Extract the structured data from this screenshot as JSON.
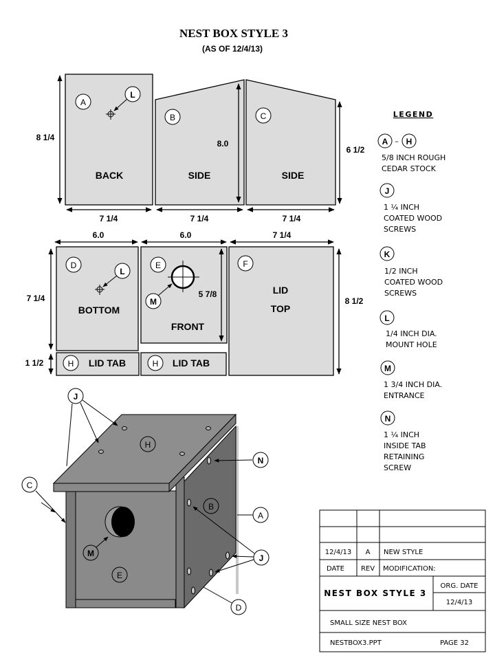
{
  "header": {
    "title": "NEST BOX STYLE 3",
    "subtitle": "(AS OF 12/4/13)"
  },
  "colors": {
    "panel_fill": "#dcdcdc",
    "outline": "#000000",
    "roof": "#8e8e8e",
    "front": "#8a8a8a",
    "side_dark": "#6b6b6b"
  },
  "panels": {
    "back": {
      "name": "BACK",
      "letter": "A",
      "hole_letter": "L",
      "height": "8 1/4",
      "width": "7 1/4"
    },
    "side_b": {
      "name": "SIDE",
      "letter": "B",
      "height": "8.0",
      "width": "7 1/4"
    },
    "side_c": {
      "name": "SIDE",
      "letter": "C",
      "height": "6 1/2",
      "width": "7 1/4"
    },
    "bottom": {
      "name": "BOTTOM",
      "letter": "D",
      "hole_letter": "L",
      "height": "7 1/4",
      "width": "6.0"
    },
    "front": {
      "name": "FRONT",
      "letter": "E",
      "hole_letter": "M",
      "height": "5 7/8",
      "width": "6.0"
    },
    "lid_top": {
      "name_line1": "LID",
      "name_line2": "TOP",
      "letter": "F",
      "height": "8 1/2",
      "width": "7 1/4"
    },
    "lid_tab_1": {
      "name": "LID TAB",
      "letter": "H",
      "height": "1 1/2"
    },
    "lid_tab_2": {
      "name": "LID TAB",
      "letter": "H"
    }
  },
  "legend": {
    "heading": "LEGEND",
    "items": [
      {
        "key": "A",
        "key_end": "H",
        "dash": "–",
        "lines": [
          "5/8 INCH ROUGH",
          "CEDAR STOCK"
        ]
      },
      {
        "key": "J",
        "lines": [
          "1 ¼ INCH",
          "COATED WOOD",
          "SCREWS"
        ]
      },
      {
        "key": "K",
        "lines": [
          "1/2 INCH",
          "COATED WOOD",
          "SCREWS"
        ]
      },
      {
        "key": "L",
        "lines": [
          "1/4 INCH DIA.",
          "MOUNT HOLE"
        ]
      },
      {
        "key": "M",
        "lines": [
          "1 3/4 INCH DIA.",
          "ENTRANCE"
        ]
      },
      {
        "key": "N",
        "lines": [
          "1 ¼ INCH",
          "INSIDE TAB",
          "RETAINING",
          "SCREW"
        ]
      }
    ]
  },
  "assembly": {
    "callouts": {
      "J_top": "J",
      "H": "H",
      "C": "C",
      "N": "N",
      "B": "B",
      "A": "A",
      "M": "M",
      "E": "E",
      "J_side": "J",
      "D": "D"
    }
  },
  "title_block": {
    "rows_blank": 2,
    "rev_row": {
      "date": "12/4/13",
      "rev": "A",
      "modification": "NEW STYLE"
    },
    "header_row": {
      "date": "DATE",
      "rev": "REV",
      "modification": "MODIFICATION:"
    },
    "drawing_title": "NEST BOX STYLE 3",
    "org_date_label": "ORG. DATE",
    "org_date": "12/4/13",
    "description": "SMALL SIZE NEST BOX",
    "file_name": "NESTBOX3.PPT",
    "page": "PAGE 32"
  }
}
